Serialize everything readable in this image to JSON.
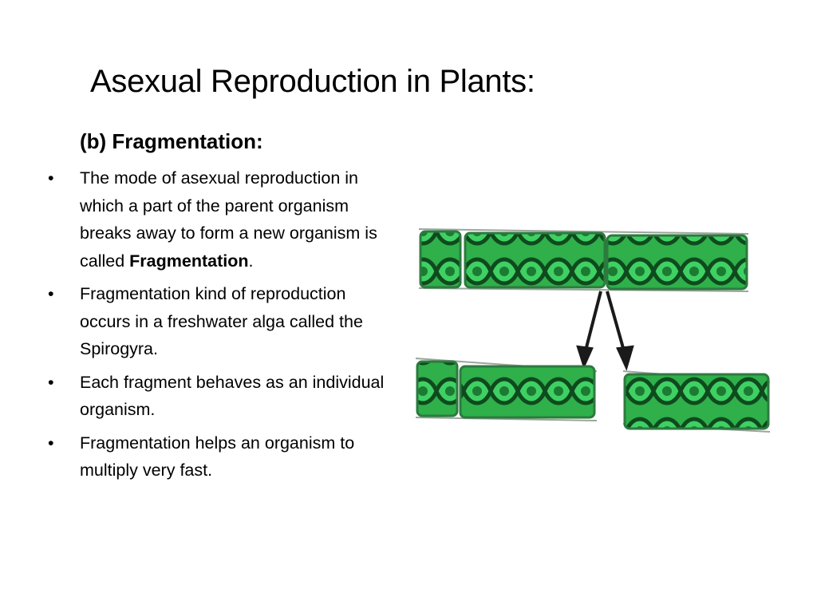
{
  "slide": {
    "title": "Asexual Reproduction in Plants:",
    "subheading": "(b) Fragmentation:"
  },
  "bullets": [
    {
      "text": "The mode of asexual reproduction in which a part of the parent organism breaks away to form a new organism is called ",
      "bold": "Fragmentation",
      "suffix": "."
    },
    {
      "text": "Fragmentation kind of reproduction occurs in a freshwater alga called the Spirogyra."
    },
    {
      "text": "Each fragment behaves as an individual organism."
    },
    {
      "text": "Fragmentation helps an organism to multiply very fast."
    }
  ],
  "bullet_symbol": "•",
  "figure": {
    "description_icon": "spirogyra-fragmentation-illustration",
    "filament_color": "#1f9a3c",
    "chloroplast_color": "#0f4a1e",
    "fill_light": "#3ec65a"
  }
}
